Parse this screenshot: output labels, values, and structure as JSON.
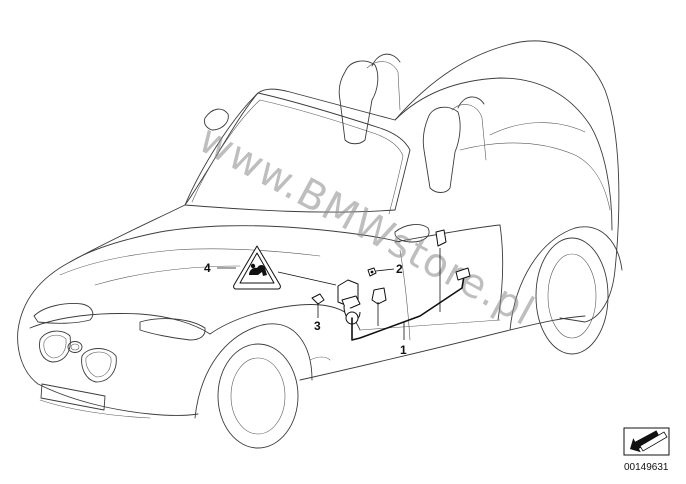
{
  "diagram": {
    "callouts": [
      {
        "id": "1",
        "label": "1"
      },
      {
        "id": "2",
        "label": "2"
      },
      {
        "id": "3",
        "label": "3"
      },
      {
        "id": "4",
        "label": "4"
      }
    ],
    "watermark": "www.BMWstore.pl",
    "diagram_number": "00149631",
    "icons": {
      "warning_label": "airbag-warning-triangle-icon",
      "nav_arrow": "next-page-arrow-icon"
    },
    "colors": {
      "line": "#3c3c3c",
      "watermark": "#8a8a8a",
      "background": "#ffffff"
    }
  }
}
